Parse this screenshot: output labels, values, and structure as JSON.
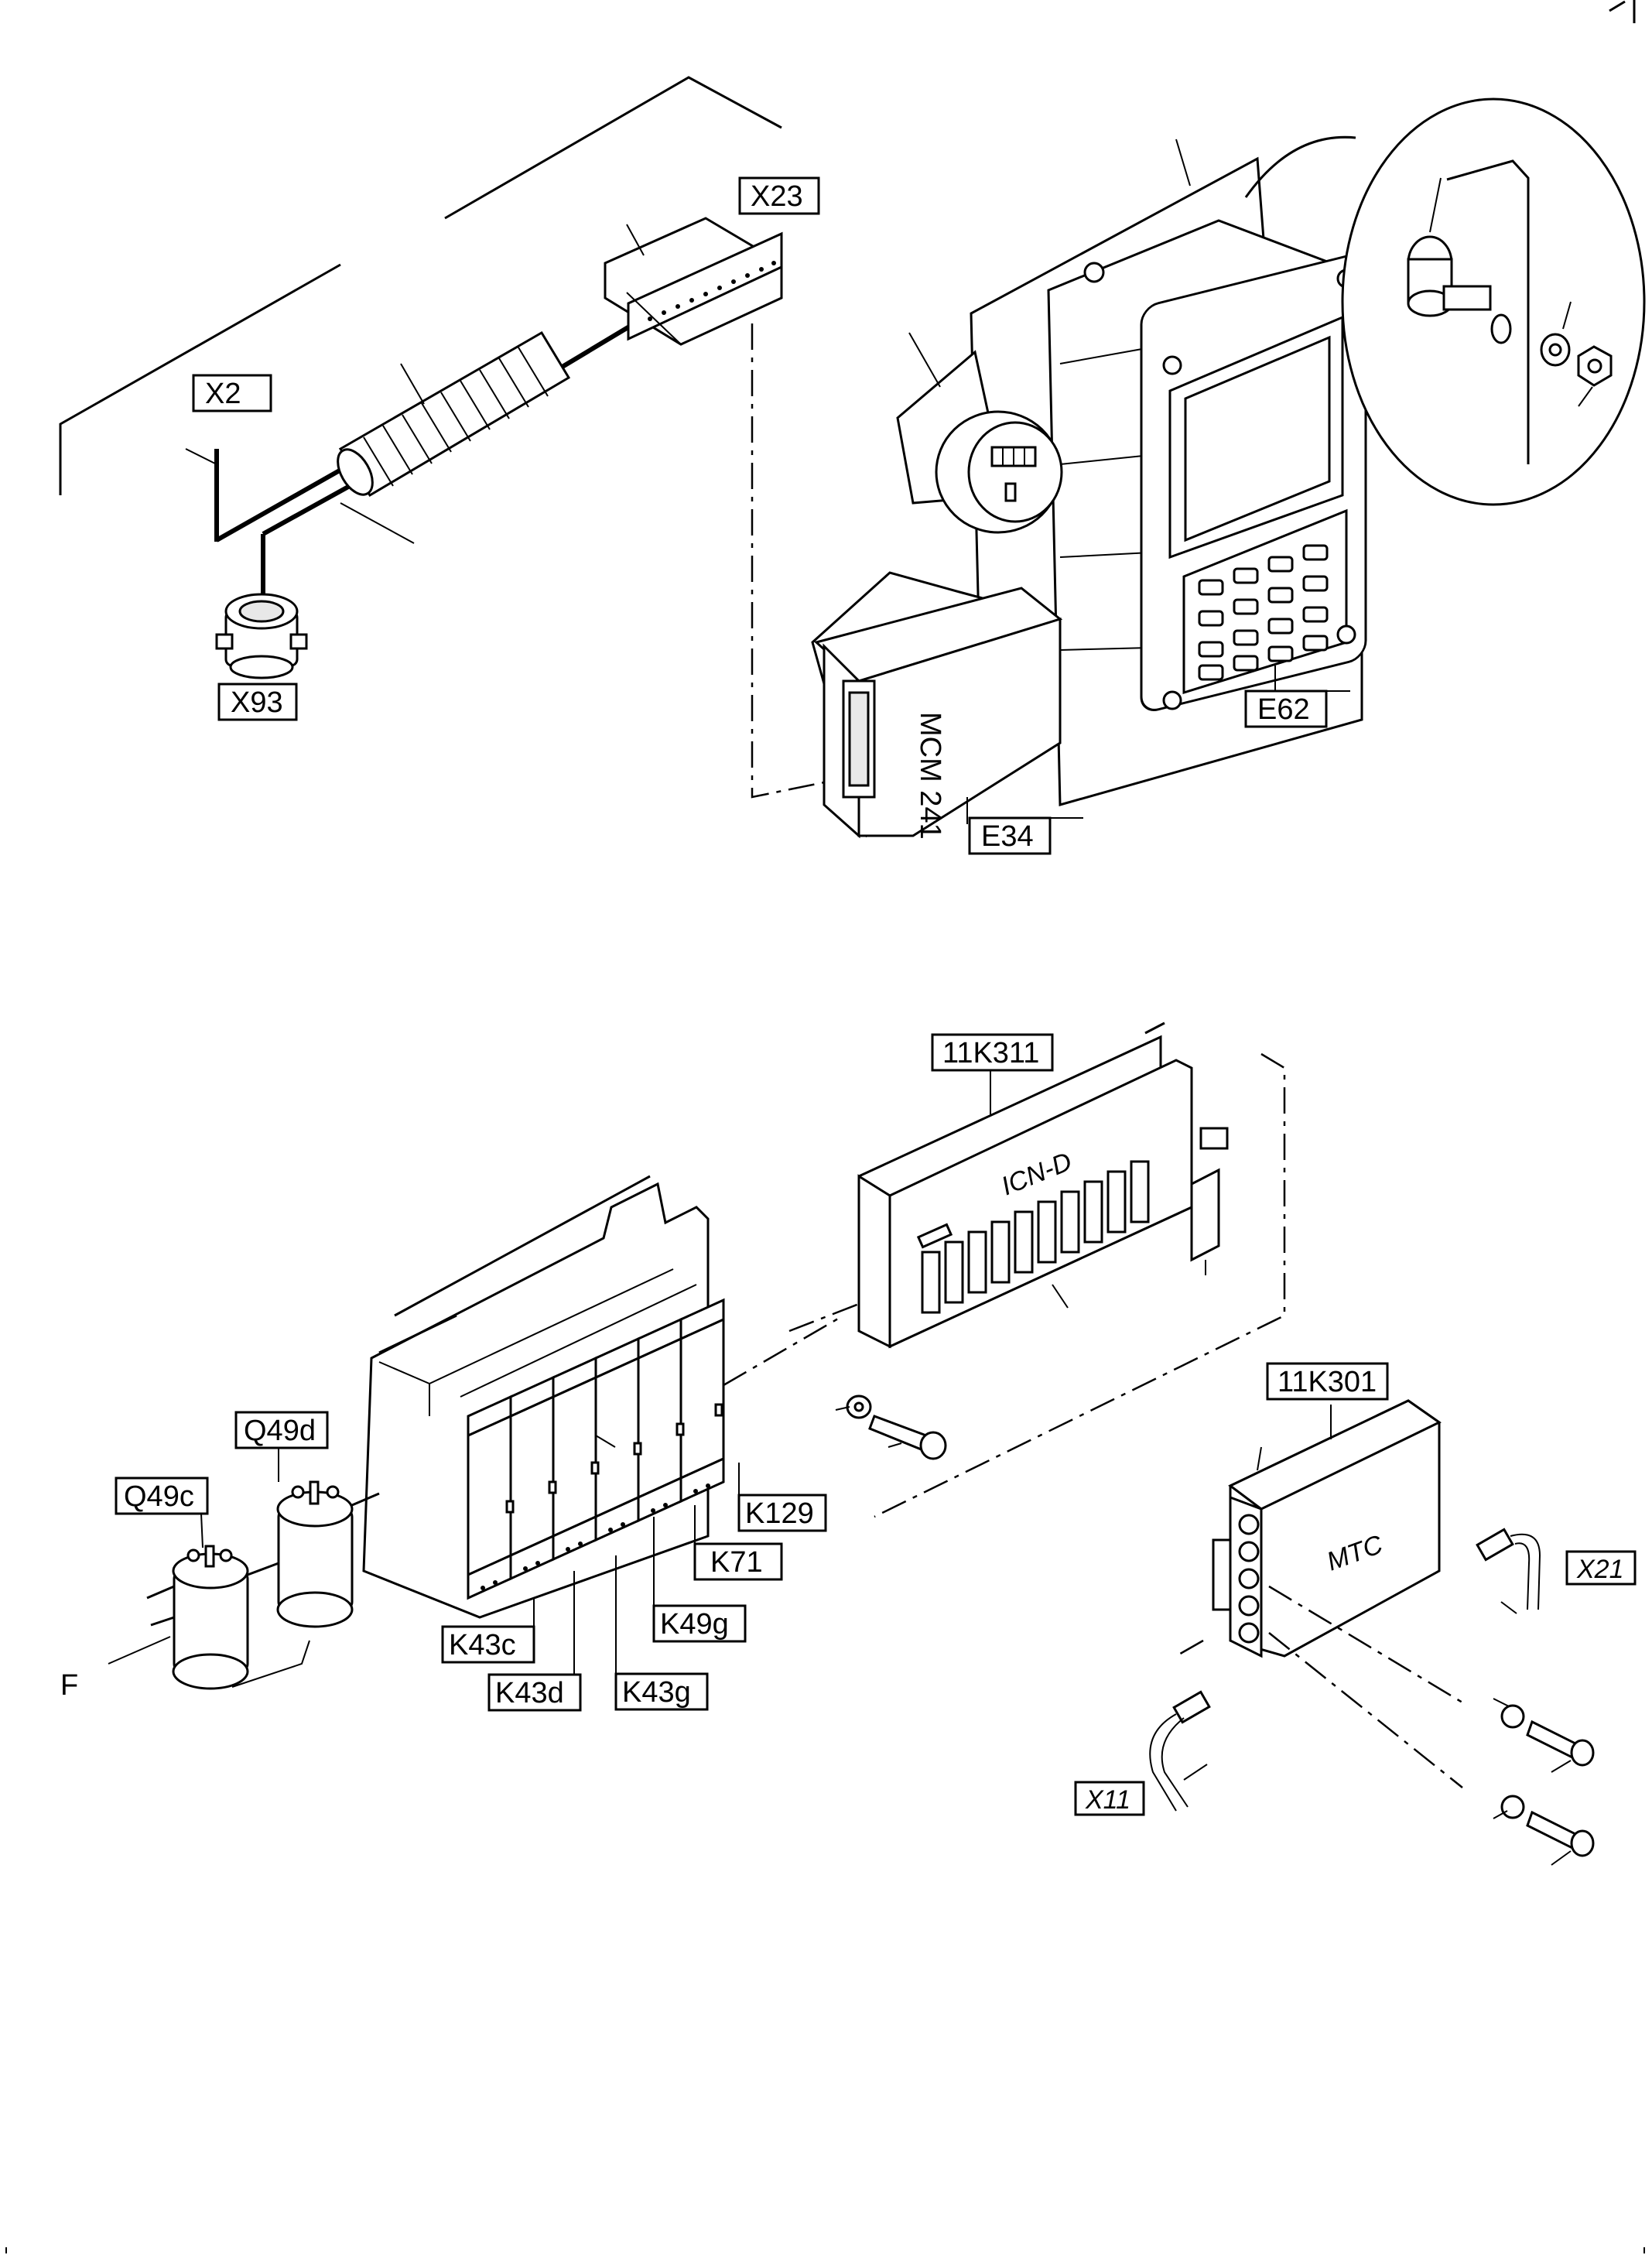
{
  "labels": {
    "x23": "X23",
    "x2": "X2",
    "x93": "X93",
    "e62": "E62",
    "e34": "E34",
    "mcm": "MCM 241",
    "k11k311": "11K311",
    "icn": "ICN-D",
    "k11k301": "11K301",
    "mtc": "MTC",
    "x21": "X21",
    "x11": "X11",
    "q49d": "Q49d",
    "q49c": "Q49c",
    "k129": "K129",
    "k71": "K71",
    "k49g": "K49g",
    "k43c": "K43c",
    "k43d": "K43d",
    "k43g": "K43g",
    "f": "F"
  }
}
